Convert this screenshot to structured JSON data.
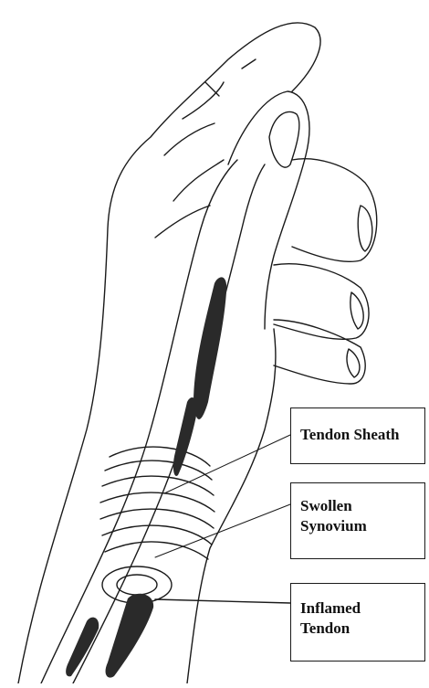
{
  "labels": {
    "tendon_sheath": "Tendon Sheath",
    "swollen_synovium": [
      "Swollen",
      "Synovium"
    ],
    "inflamed_tendon": [
      "Inflamed",
      "Tendon"
    ]
  },
  "colors": {
    "ink": "#1a1a1a",
    "background": "#ffffff",
    "tendon_shading": "#2a2a2a"
  }
}
